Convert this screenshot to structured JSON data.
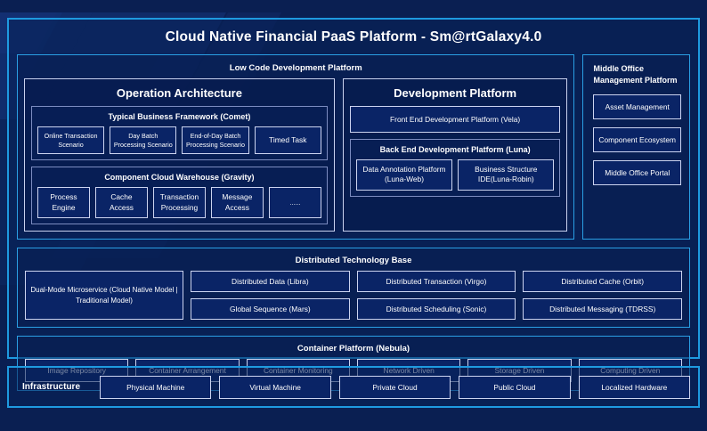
{
  "title": "Cloud Native Financial PaaS Platform - Sm@rtGalaxy4.0",
  "colors": {
    "page_background": "#0a1f52",
    "panel_border": "#2a9fe4",
    "frame_border": "#1e9ae0",
    "card_border": "#ccd4f0",
    "card_fill": "#0a2466",
    "text": "#ffffff"
  },
  "lowcode": {
    "title": "Low Code Development Platform",
    "operation_architecture": {
      "title": "Operation Architecture",
      "typical_business_framework": {
        "title": "Typical Business Framework (Comet)",
        "cards": [
          "Online Transaction Scenario",
          "Day Batch Processing Scenario",
          "End-of-Day Batch Processing Scenario",
          "Timed Task"
        ]
      },
      "component_cloud_warehouse": {
        "title": "Component Cloud Warehouse (Gravity)",
        "cards": [
          "Process Engine",
          "Cache Access",
          "Transaction Processing",
          "Message Access",
          "......"
        ]
      }
    },
    "development_platform": {
      "title": "Development Platform",
      "front_end": "Front End Development Platform (Vela)",
      "back_end": {
        "title": "Back End Development Platform (Luna)",
        "cards": [
          "Data Annotation Platform (Luna-Web)",
          "Business Structure IDE(Luna-Robin)"
        ]
      }
    }
  },
  "middle_office": {
    "title": "Middle Office Management Platform",
    "cards": [
      "Asset Management",
      "Component Ecosystem",
      "Middle Office Portal"
    ]
  },
  "distributed_technology_base": {
    "title": "Distributed Technology Base",
    "highlight_card": "Dual-Mode Microservice (Cloud Native Model | Traditional Model)",
    "row1": [
      "Distributed Data (Libra)",
      "Distributed Transaction (Virgo)",
      "Distributed Cache (Orbit)"
    ],
    "row2": [
      "Global Sequence (Mars)",
      "Distributed Scheduling (Sonic)",
      "Distributed Messaging (TDRSS)"
    ]
  },
  "container_platform": {
    "title": "Container Platform (Nebula)",
    "cards": [
      "Image Repository",
      "Container Arrangement",
      "Container Monitoring",
      "Network Driven",
      "Storage Driven",
      "Computing Driven"
    ]
  },
  "infrastructure": {
    "label": "Infrastructure",
    "cards": [
      "Physical Machine",
      "Virtual Machine",
      "Private Cloud",
      "Public Cloud",
      "Localized Hardware"
    ]
  }
}
